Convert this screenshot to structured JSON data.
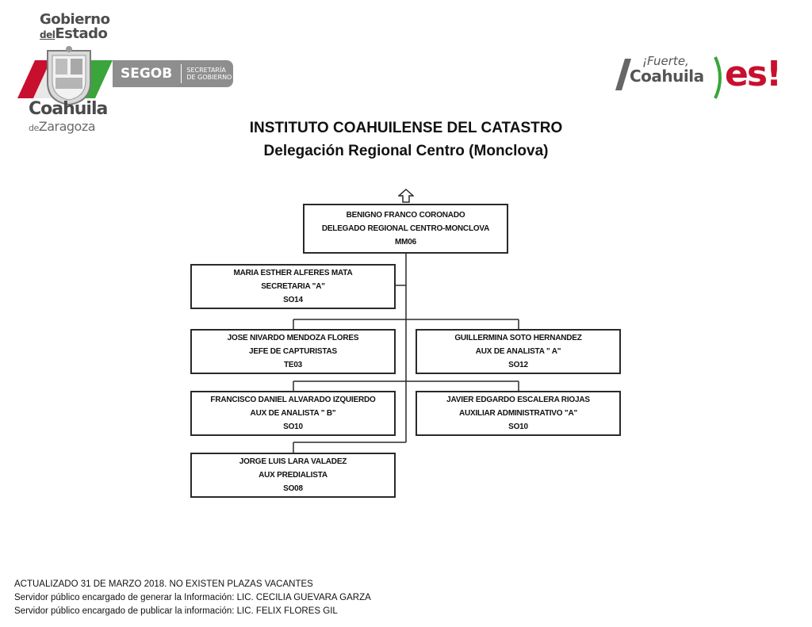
{
  "header": {
    "logo_left": {
      "line1": "Gobierno",
      "line2_small": "del",
      "line2": "Estado",
      "state": "Coahuila",
      "state_sub_small": "de",
      "state_sub": "Zaragoza"
    },
    "segob": {
      "name": "SEGOB",
      "sub_line1": "SECRETARÍA",
      "sub_line2": "DE GOBIERNO"
    },
    "logo_right": {
      "line1": "¡Fuerte,",
      "line2": "Coahuila",
      "line3": "es!"
    }
  },
  "titles": {
    "institute": "INSTITUTO COAHUILENSE DEL CATASTRO",
    "delegation": "Delegación Regional Centro (Monclova)"
  },
  "org": {
    "head": {
      "name": "BENIGNO FRANCO CORONADO",
      "position": "DELEGADO REGIONAL CENTRO-MONCLOVA",
      "code": "MM06"
    },
    "secretary": {
      "name": "MARIA ESTHER ALFERES MATA",
      "position": "SECRETARIA  \"A\"",
      "code": "SO14"
    },
    "row1_left": {
      "name": "JOSE NIVARDO MENDOZA FLORES",
      "position": "JEFE DE CAPTURISTAS",
      "code": "TE03"
    },
    "row1_right": {
      "name": "GUILLERMINA SOTO HERNANDEZ",
      "position": "AUX DE ANALISTA \" A\"",
      "code": "SO12"
    },
    "row2_left": {
      "name": "FRANCISCO DANIEL ALVARADO IZQUIERDO",
      "position": "AUX DE ANALISTA \" B\"",
      "code": "SO10"
    },
    "row2_right": {
      "name": "JAVIER EDGARDO ESCALERA RIOJAS",
      "position": "AUXILIAR ADMINISTRATIVO \"A\"",
      "code": "SO10"
    },
    "row3_left": {
      "name": "JORGE LUIS LARA VALADEZ",
      "position": "AUX PREDIALISTA",
      "code": "SO08"
    }
  },
  "footer": {
    "line1": "ACTUALIZADO  31 DE MARZO 2018.  NO EXISTEN PLAZAS VACANTES",
    "line2": "Servidor público encargado de generar la Información: LIC. CECILIA GUEVARA GARZA",
    "line3": "Servidor público encargado de publicar la información: LIC. FELIX FLORES GIL"
  },
  "colors": {
    "flag_red": "#c8102e",
    "flag_green": "#3aa53a",
    "segob_gray": "#8e8e8e",
    "line": "#2a2a2a"
  },
  "icons": {
    "up_arrow": "up-arrow-icon",
    "seal": "state-seal-icon"
  }
}
